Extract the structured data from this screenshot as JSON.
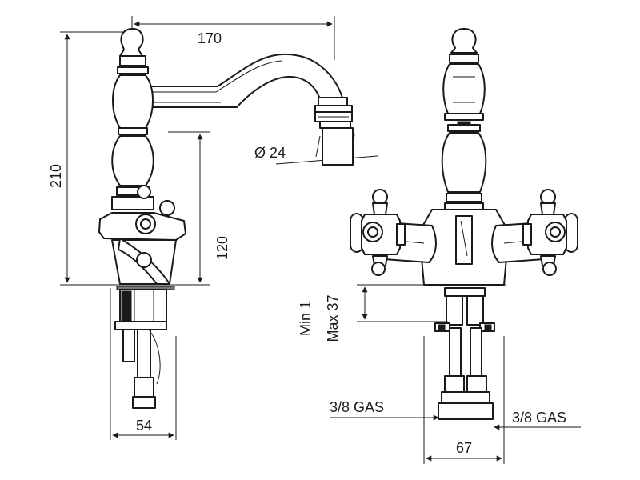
{
  "dimensions": {
    "spout_reach": "170",
    "total_height": "210",
    "spout_height": "120",
    "spout_diameter": "Ø 24",
    "base_depth": "54",
    "deck_thickness_min": "Min 1",
    "deck_thickness_max": "Max 37",
    "inlet_left": "3/8 GAS",
    "inlet_right": "3/8 GAS",
    "inlet_spacing": "67"
  },
  "views": [
    "side-view",
    "front-view"
  ],
  "icons": [
    "arrowhead"
  ],
  "colors": {
    "line": "#1a1a1a",
    "background": "#ffffff",
    "shade": "#7a7a7a"
  }
}
